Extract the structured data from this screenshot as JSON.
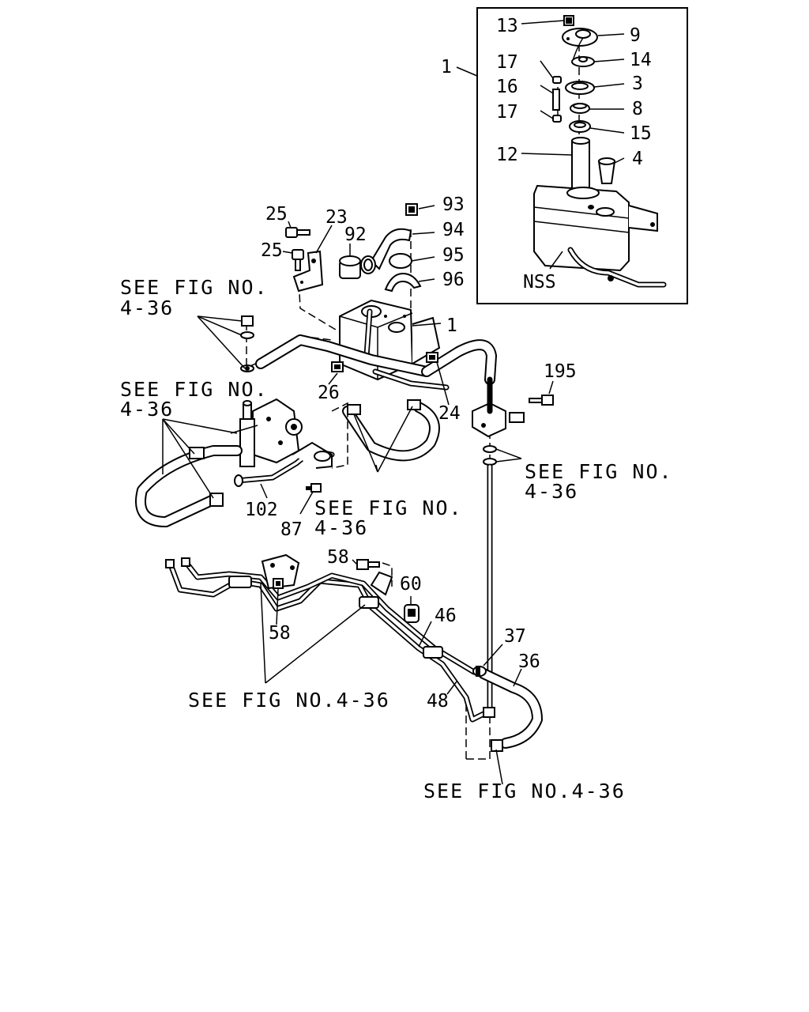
{
  "inset": {
    "ref_label": "1",
    "callouts": {
      "c13": "13",
      "c9": "9",
      "c17a": "17",
      "c14": "14",
      "c16": "16",
      "c3": "3",
      "c17b": "17",
      "c8": "8",
      "c15": "15",
      "c12": "12",
      "c4": "4",
      "nss": "NSS"
    }
  },
  "callouts": {
    "c25a": "25",
    "c25b": "25",
    "c23": "23",
    "c92": "92",
    "c93": "93",
    "c94": "94",
    "c95": "95",
    "c96": "96",
    "c1": "1",
    "c26": "26",
    "c24": "24",
    "c195": "195",
    "c102": "102",
    "c87": "87",
    "c58a": "58",
    "c58b": "58",
    "c60": "60",
    "c46": "46",
    "c37": "37",
    "c36": "36",
    "c48": "48"
  },
  "references": {
    "ref_top_left_1": "SEE FIG NO.",
    "ref_top_left_2": "4-36",
    "ref_mid_left_1": "SEE FIG NO.",
    "ref_mid_left_2": "4-36",
    "ref_right_1": "SEE FIG NO.",
    "ref_right_2": "4-36",
    "ref_center_1": "SEE FIG NO.",
    "ref_center_2": "4-36",
    "ref_lower": "SEE FIG NO.4-36",
    "ref_bottom": "SEE FIG NO.4-36"
  }
}
